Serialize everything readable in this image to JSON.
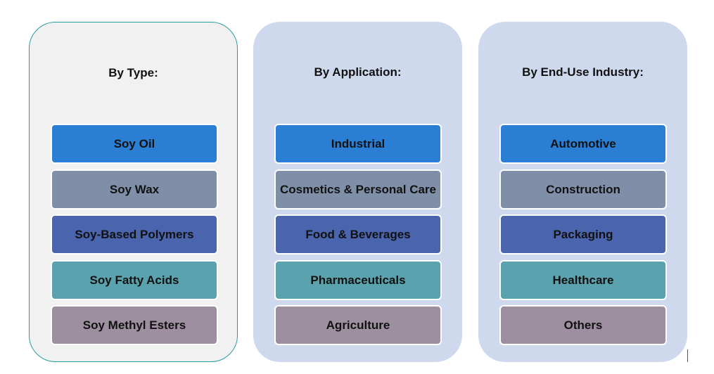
{
  "colors": [
    "#2a7fd4",
    "#7f8fa8",
    "#4a65ae",
    "#5aa2ae",
    "#9e8fa0"
  ],
  "panels": [
    {
      "title": "By Type:",
      "items": [
        "Soy Oil",
        "Soy Wax",
        "Soy-Based Polymers",
        "Soy Fatty Acids",
        "Soy Methyl Esters"
      ]
    },
    {
      "title": "By Application:",
      "items": [
        "Industrial",
        "Cosmetics & Personal Care",
        "Food & Beverages",
        "Pharmaceuticals",
        "Agriculture"
      ]
    },
    {
      "title": "By End-Use Industry:",
      "items": [
        "Automotive",
        "Construction",
        "Packaging",
        "Healthcare",
        "Others"
      ]
    }
  ]
}
